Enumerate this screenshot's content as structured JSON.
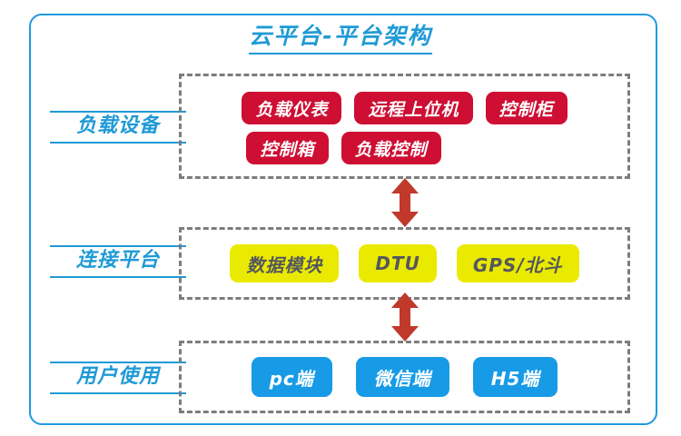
{
  "title": "云平台-平台架构",
  "theme": {
    "frame_blue": "#1f9ae0",
    "label_blue": "#1f9ad6",
    "chip_red": "#ce0e33",
    "chip_yellow": "#eaea00",
    "chip_yellow_text": "#55575e",
    "chip_blue": "#179be6",
    "dashed_gray": "#7d7d7d",
    "arrow_red": "#c0392b"
  },
  "sections": [
    {
      "label": "负载设备",
      "rows": [
        [
          "负载仪表",
          "远程上位机",
          "控制柜"
        ],
        [
          "控制箱",
          "负载控制"
        ]
      ]
    },
    {
      "label": "连接平台",
      "rows": [
        [
          "数据模块",
          "DTU",
          "GPS/北斗"
        ]
      ]
    },
    {
      "label": "用户使用",
      "rows": [
        [
          "pc端",
          "微信端",
          "H5端"
        ]
      ]
    }
  ],
  "connectors": [
    {
      "name": "arrow-load-to-platform",
      "direction": "bidirectional"
    },
    {
      "name": "arrow-platform-to-user",
      "direction": "bidirectional"
    }
  ]
}
